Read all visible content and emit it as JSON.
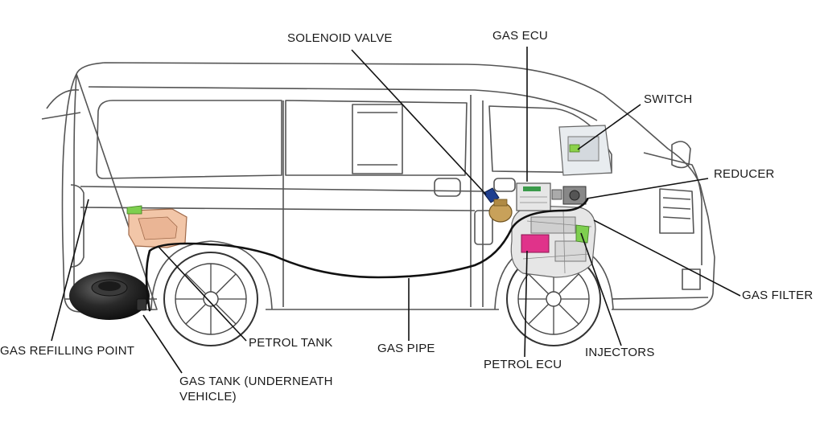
{
  "diagram": {
    "labels": {
      "solenoid_valve": "SOLENOID VALVE",
      "gas_ecu": "GAS ECU",
      "switch": "SWITCH",
      "reducer": "REDUCER",
      "gas_filter": "GAS FILTER",
      "injectors": "INJECTORS",
      "petrol_ecu": "PETROL ECU",
      "gas_pipe": "GAS PIPE",
      "petrol_tank": "PETROL TANK",
      "gas_refilling_point": "GAS REFILLING POINT",
      "gas_tank": "GAS TANK (UNDERNEATH VEHICLE)"
    }
  }
}
